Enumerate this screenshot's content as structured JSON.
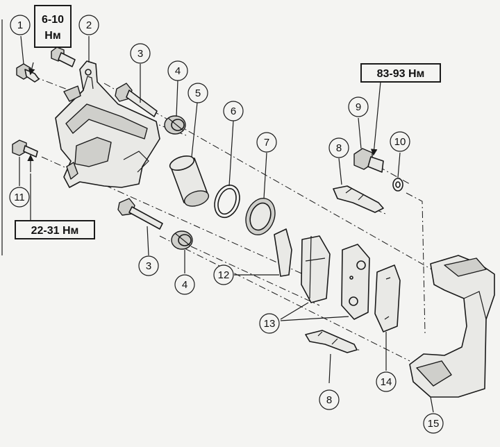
{
  "callouts": [
    "1",
    "2",
    "3",
    "4",
    "5",
    "6",
    "7",
    "8",
    "9",
    "10",
    "11",
    "3",
    "4",
    "12",
    "13",
    "8",
    "14",
    "15"
  ],
  "torques": {
    "t1_line1": "6-10",
    "t1_line2": "Нм",
    "t2": "83-93 Нм",
    "t3": "22-31 Нм"
  }
}
